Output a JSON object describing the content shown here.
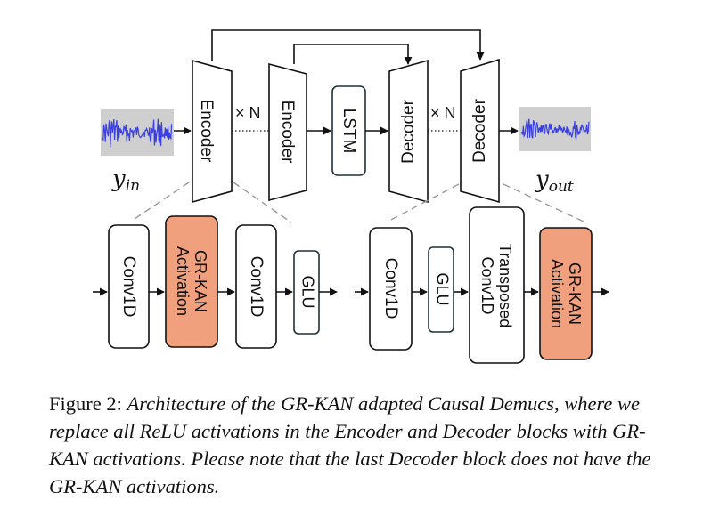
{
  "diagram": {
    "nodes": {
      "encoder_repeat": "Encoder",
      "encoder": "Encoder",
      "lstm": "LSTM",
      "decoder": "Decoder",
      "decoder_repeat": "Decoder",
      "repeat_marker": "× N",
      "input_signal": {
        "main": "y",
        "sub": "in"
      },
      "output_signal": {
        "main": "y",
        "sub": "out"
      }
    },
    "encoder_block": {
      "conv1d_a": "Conv1D",
      "grkan_a": [
        "GR-KAN",
        "Activation"
      ],
      "conv1d_b": "Conv1D",
      "glu": "GLU"
    },
    "decoder_block": {
      "conv1d": "Conv1D",
      "glu": "GLU",
      "transposed": [
        "Transposed",
        "Conv1D"
      ],
      "grkan": [
        "GR-KAN",
        "Activation"
      ]
    },
    "colors": {
      "grkan_fill": "#f1a07e",
      "waveform": "#3a3fe0",
      "waveform_bg": "#cfcfcf",
      "line": "#111111",
      "dash": "#9a9a9a",
      "block_stroke_dark": "#1f3138"
    }
  },
  "caption": {
    "label": "Figure 2:",
    "text": "Architecture of the GR-KAN adapted Causal Demucs, where we replace all ReLU activations in the Encoder and Decoder blocks with GR-KAN activations. Please note that the last Decoder block does not have the GR-KAN activations."
  }
}
